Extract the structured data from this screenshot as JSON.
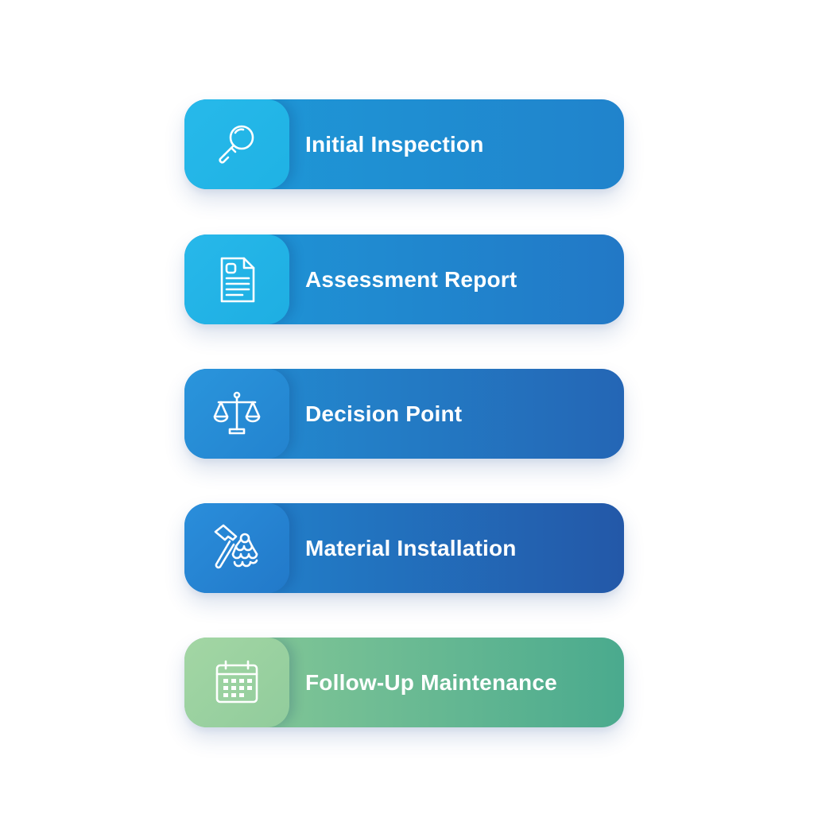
{
  "steps": [
    {
      "label": "Initial Inspection",
      "icon": "magnifier-icon"
    },
    {
      "label": "Assessment Report",
      "icon": "document-icon"
    },
    {
      "label": "Decision Point",
      "icon": "balance-scale-icon"
    },
    {
      "label": "Material Installation",
      "icon": "hammer-shingles-icon"
    },
    {
      "label": "Follow-Up Maintenance",
      "icon": "calendar-icon"
    }
  ],
  "colors": {
    "blue_light": "#27b9ea",
    "blue_dark": "#2358a8",
    "green_light": "#a3d6a4",
    "green_dark": "#4aaa8e",
    "text": "#ffffff"
  }
}
